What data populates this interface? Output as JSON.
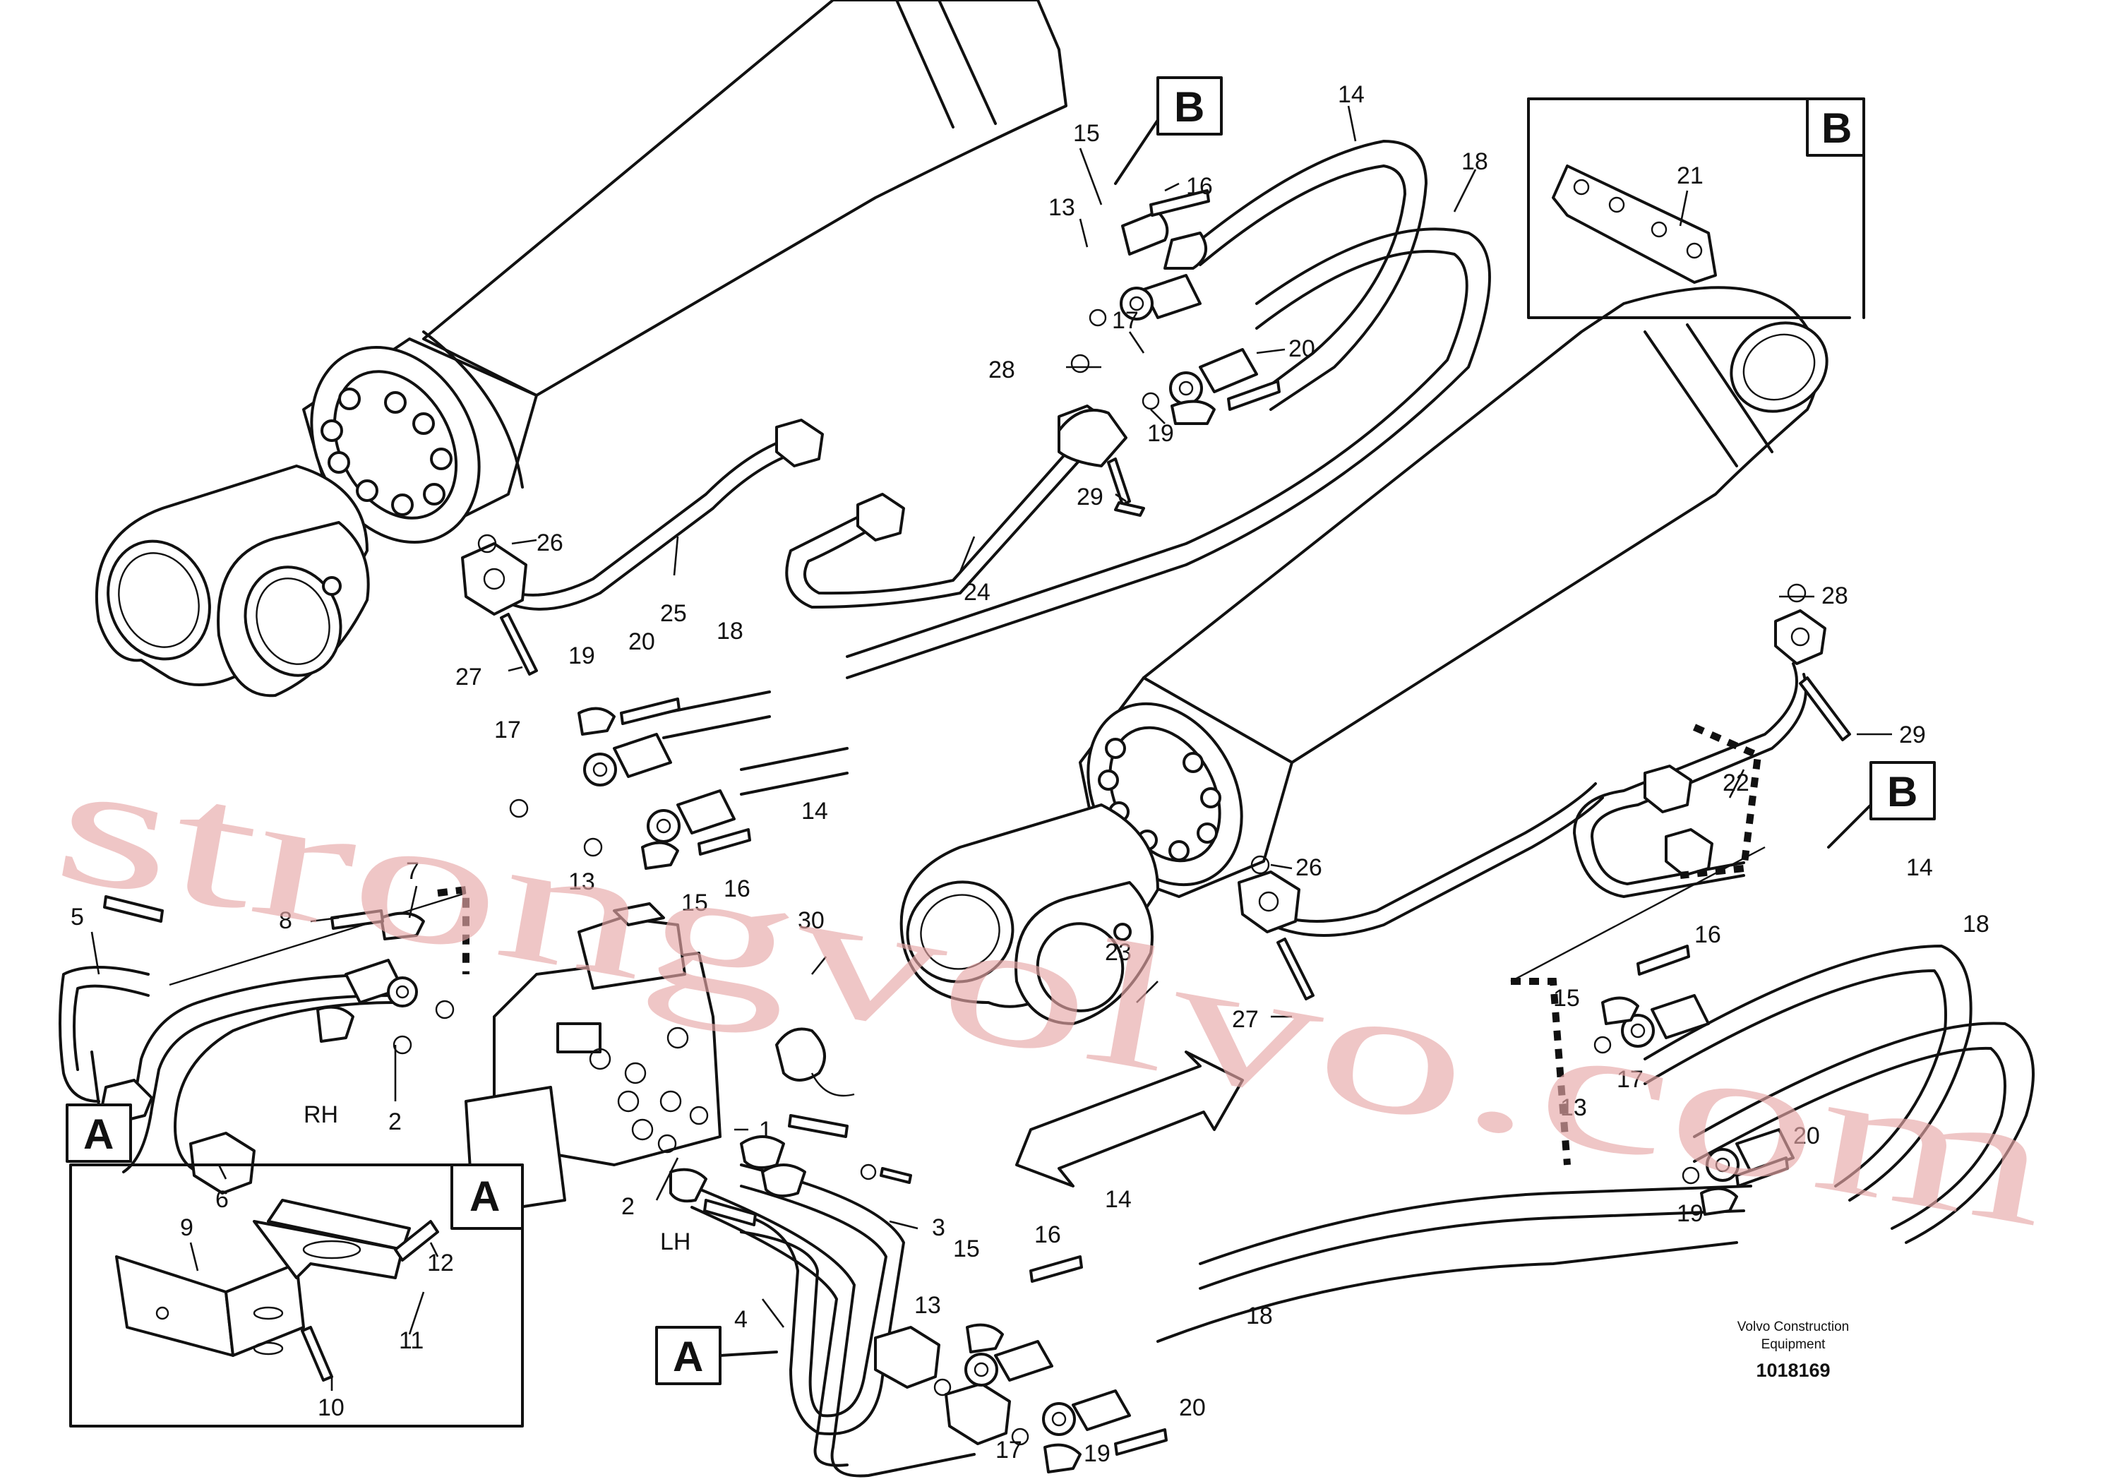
{
  "watermark": "strongvolvo.com",
  "manufacturer": {
    "line1": "Volvo Construction",
    "line2": "Equipment"
  },
  "drawing_number": "1018169",
  "side_labels": {
    "right": "RH",
    "left": "LH"
  },
  "views": {
    "a": "A",
    "b": "B"
  },
  "callouts": {
    "c1": "1",
    "c2": "2",
    "c3": "3",
    "c4": "4",
    "c5": "5",
    "c6": "6",
    "c7": "7",
    "c8": "8",
    "c9": "9",
    "c10": "10",
    "c11": "11",
    "c12": "12",
    "c13": "13",
    "c14": "14",
    "c15": "15",
    "c16": "16",
    "c17": "17",
    "c18": "18",
    "c19": "19",
    "c20": "20",
    "c21": "21",
    "c22": "22",
    "c23": "23",
    "c24": "24",
    "c25": "25",
    "c26": "26",
    "c27": "27",
    "c28": "28",
    "c29": "29",
    "c30": "30"
  }
}
